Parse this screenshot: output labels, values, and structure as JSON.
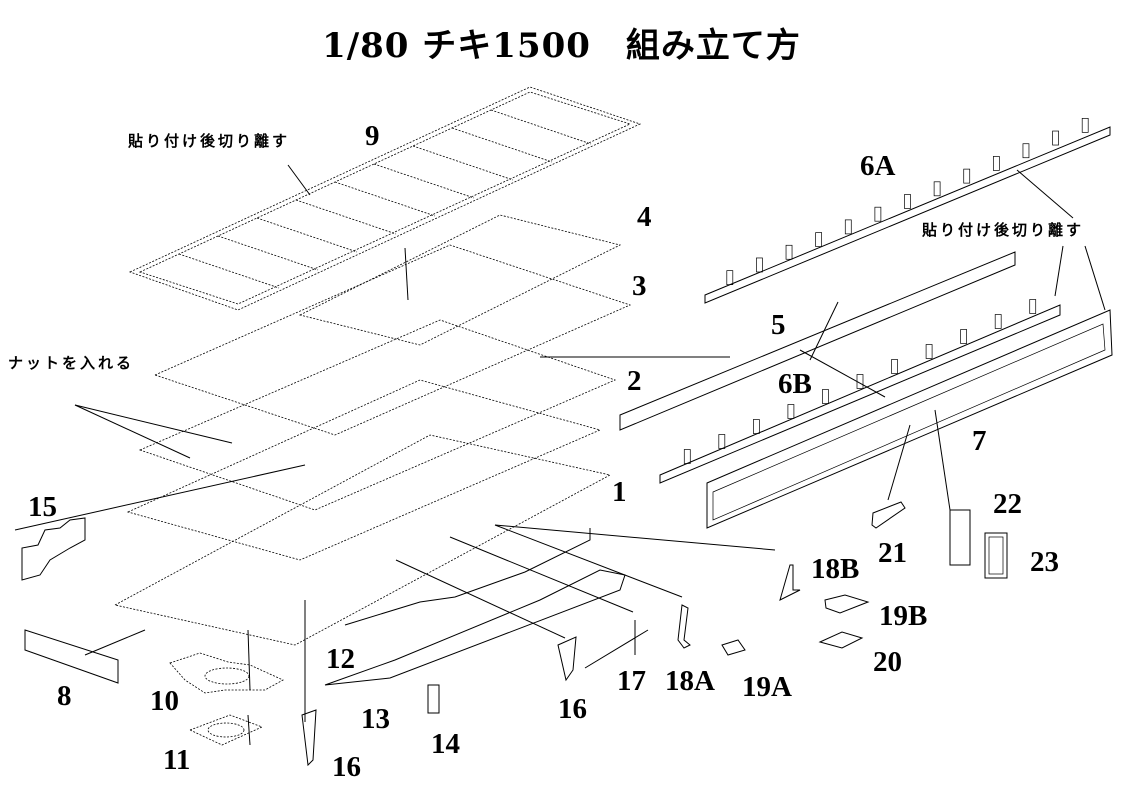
{
  "title": "1/80 チキ1500　組み立て方",
  "notes": {
    "cut_after_attach_1": "貼り付け後切り離す",
    "cut_after_attach_2": "貼り付け後切り離す",
    "insert_nut": "ナットを入れる"
  },
  "part_labels": {
    "p1": "1",
    "p2": "2",
    "p3": "3",
    "p4": "4",
    "p5": "5",
    "p6a": "6A",
    "p6b": "6B",
    "p7": "7",
    "p8": "8",
    "p9": "9",
    "p10": "10",
    "p11": "11",
    "p12": "12",
    "p13": "13",
    "p14": "14",
    "p15": "15",
    "p16a": "16",
    "p16b": "16",
    "p17": "17",
    "p18a": "18A",
    "p18b": "18B",
    "p19a": "19A",
    "p19b": "19B",
    "p20": "20",
    "p21": "21",
    "p22": "22",
    "p23": "23"
  }
}
